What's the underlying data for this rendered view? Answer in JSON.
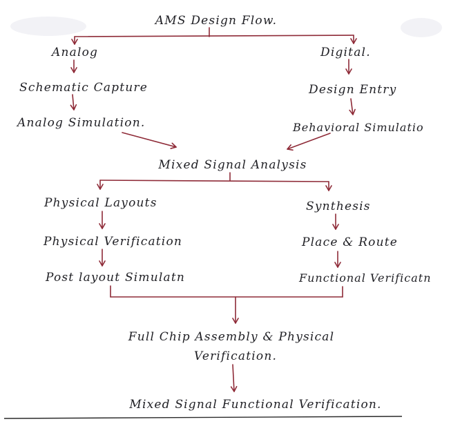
{
  "diagram": {
    "title": "AMS Design Flow.",
    "analog": {
      "head": "Analog",
      "step1": "Schematic Capture",
      "step2": "Analog Simulation."
    },
    "digital": {
      "head": "Digital.",
      "step1": "Design Entry",
      "step2": "Behavioral Simulatio"
    },
    "merge": "Mixed Signal Analysis",
    "left_branch": {
      "step1": "Physical Layouts",
      "step2": "Physical Verification",
      "step3": "Post layout Simulatn"
    },
    "right_branch": {
      "step1": "Synthesis",
      "step2": "Place & Route",
      "step3": "Functional Verificatn"
    },
    "assembly_line1": "Full Chip Assembly & Physical",
    "assembly_line2": "Verification.",
    "final": "Mixed Signal Functional Verification."
  },
  "colors": {
    "ink": "#1f1f24",
    "arrow": "#8e2a37",
    "paper": "#ffffff"
  }
}
